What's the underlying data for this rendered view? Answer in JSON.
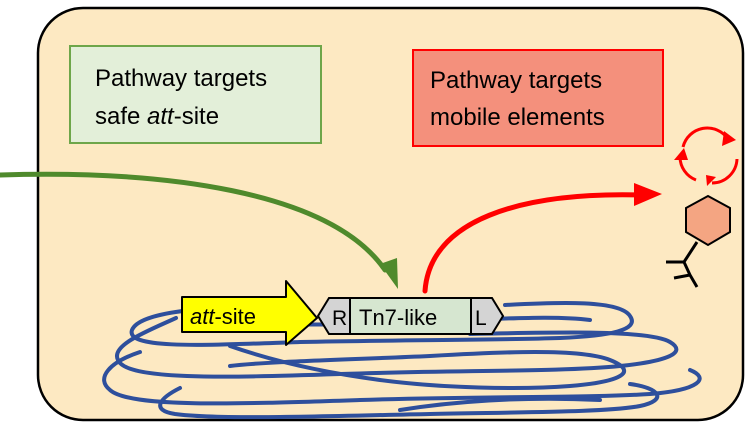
{
  "green_box": {
    "line1": "Pathway targets",
    "line2_prefix": "safe ",
    "line2_italic": "att",
    "line2_suffix": "-site"
  },
  "red_box": {
    "line1": "Pathway targets",
    "line2": "mobile elements"
  },
  "att_site": {
    "italic": "att",
    "suffix": "-site"
  },
  "transposon": {
    "left_end": "R",
    "name": "Tn7-like",
    "right_end": "L"
  },
  "icons": [
    "plasmid-icon",
    "phage-icon",
    "chromosome-icon"
  ],
  "colors": {
    "cell_fill": "#fde9c2",
    "green_box_fill": "#e3efd9",
    "green_box_border": "#6ea64a",
    "red_box_fill": "#f4907c",
    "red_box_border": "#ff0000",
    "green_arrow": "#4f8a2c",
    "red_arrow": "#ff0000",
    "att_arrow_fill": "#ffff00",
    "transposon_fill": "#d6e6d0",
    "end_cap_fill": "#d4d4d4",
    "phage_head": "#f4a582",
    "chromosome": "#2e4f9c"
  }
}
